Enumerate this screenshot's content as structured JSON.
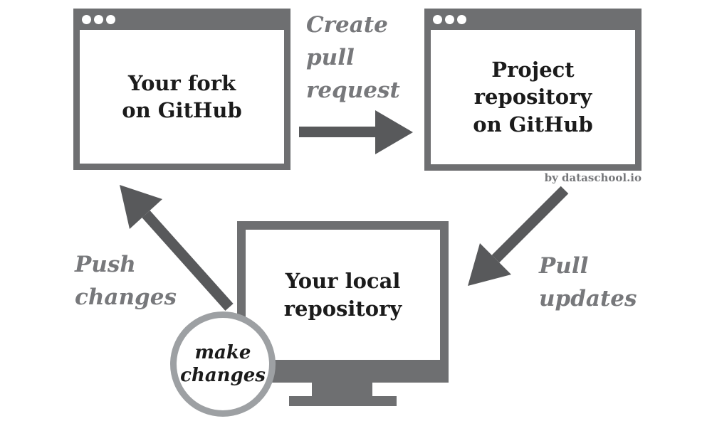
{
  "colors": {
    "chrome": "#6e6f71",
    "arrow": "#58595b",
    "label": "#77787b",
    "ring": "#9da0a3",
    "ink": "#1b1b1b"
  },
  "nodes": {
    "fork": {
      "label": "Your fork\non GitHub"
    },
    "project": {
      "label": "Project\nrepository\non GitHub"
    },
    "local": {
      "label": "Your local\nrepository"
    },
    "make_changes": {
      "label": "make\nchanges"
    }
  },
  "edges": {
    "create_pull_request": {
      "label": "Create\npull\nrequest"
    },
    "push_changes": {
      "label": "Push\nchanges"
    },
    "pull_updates": {
      "label": "Pull\nupdates"
    }
  },
  "attribution": "by dataschool.io"
}
